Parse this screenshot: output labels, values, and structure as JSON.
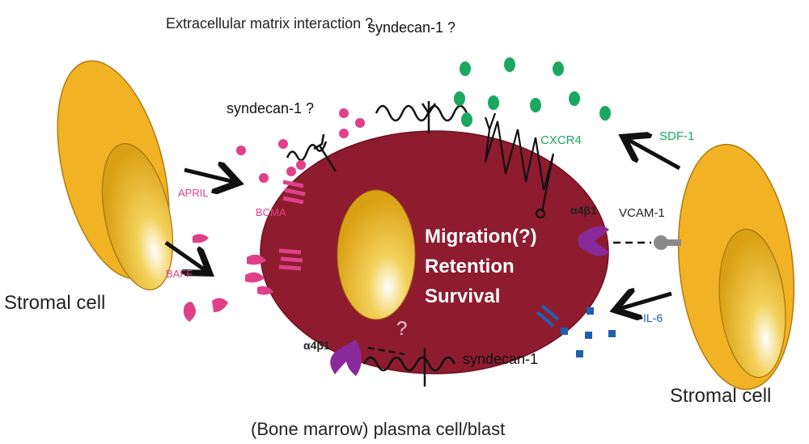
{
  "title": "Extracellular matrix interaction ?",
  "caption": "(Bone marrow) plasma cell/blast",
  "stromal_left": "Stromal cell",
  "stromal_right": "Stromal cell",
  "cell_functions": [
    "Migration(?)",
    "Retention",
    "Survival"
  ],
  "question_mark": "?",
  "labels": {
    "syndecan_left": "syndecan-1 ?",
    "syndecan_top": "syndecan-1 ?",
    "syndecan_bottom": "syndecan-1",
    "cxcr4": "CXCR4",
    "sdf1": "SDF-1",
    "a4b1_right": "α4β1",
    "a4b1_bottom": "α4β1",
    "vcam1": "VCAM-1",
    "il6": "IL-6",
    "april": "APRIL",
    "bcma": "BCMA",
    "baff": "BAFF"
  },
  "colors": {
    "plasma_cell": "#8e1c2e",
    "stromal": "#f0b020",
    "pink": "#e0408a",
    "green": "#1aa860",
    "blue": "#1f5fb0",
    "purple": "#8a2a9a",
    "gray": "#8a8a8a"
  }
}
